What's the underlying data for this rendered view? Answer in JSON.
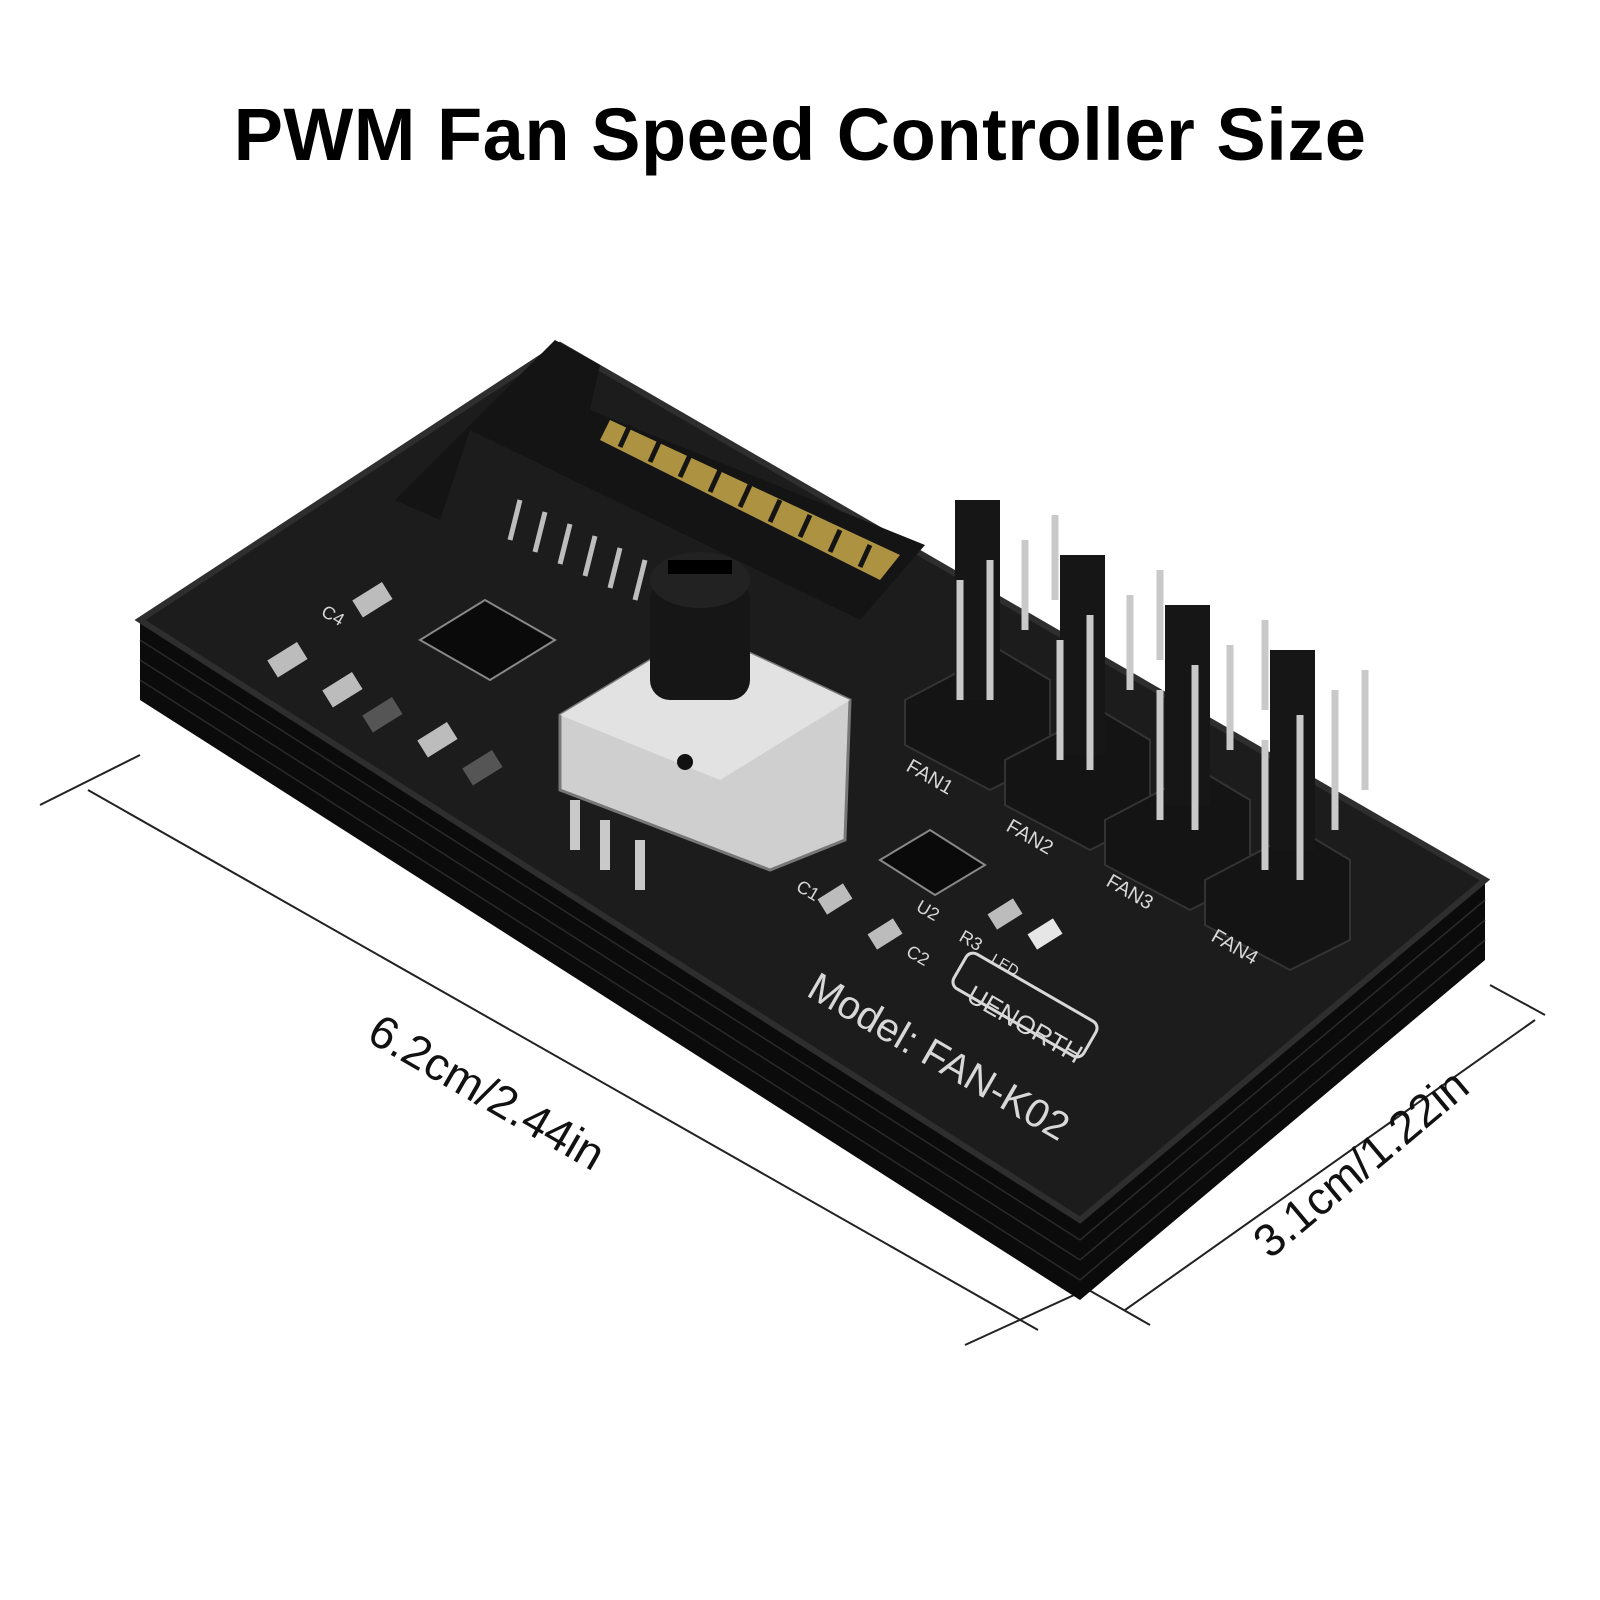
{
  "title": "PWM Fan Speed Controller Size",
  "dimensions": {
    "length": "6.2cm/2.44in",
    "width": "3.1cm/1.22in"
  },
  "board": {
    "model_line": "Model: FAN-K02",
    "brand": "UENORTH",
    "fan_labels": [
      "FAN1",
      "FAN2",
      "FAN3",
      "FAN4"
    ],
    "component_labels": {
      "c1": "C1",
      "c2": "C2",
      "c4": "C4",
      "u2": "U2",
      "r3": "R3",
      "led": "LED"
    }
  },
  "colors": {
    "board": "#1a1a1a",
    "case_side": "#0d0d0d",
    "silkscreen": "#d8d8d8",
    "pot_body": "#cfcfcf",
    "pins": "#c9c9c9",
    "sata_gold": "#c8a84a"
  }
}
